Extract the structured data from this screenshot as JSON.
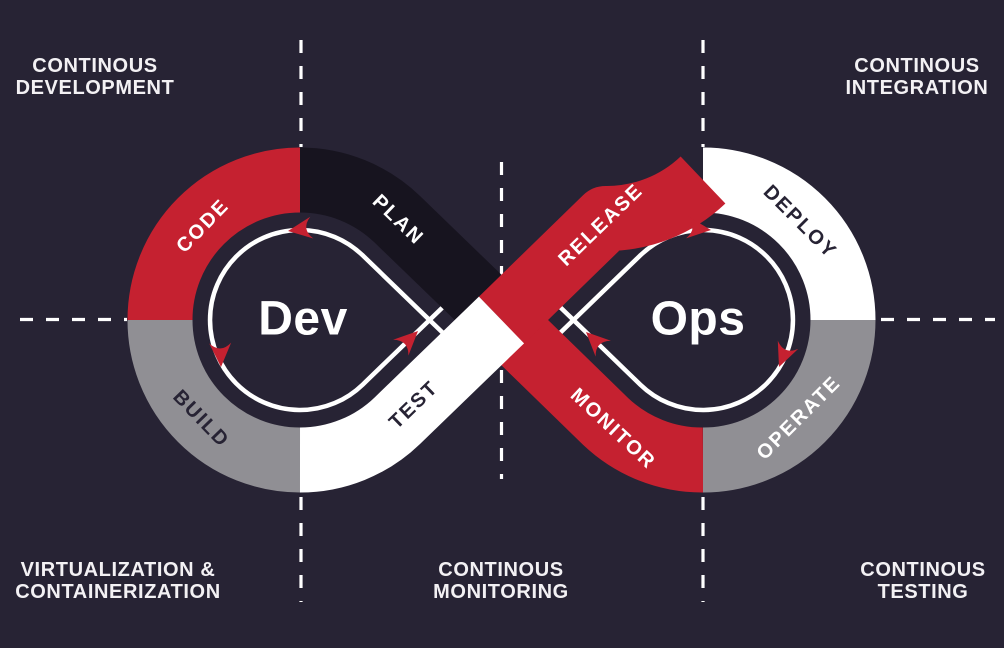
{
  "colors": {
    "background": "#272334",
    "red": "#c52130",
    "black_band": "#17141f",
    "gray": "#908f94",
    "white": "#ffffff",
    "dark_text": "#272334",
    "light_text": "#f3f1f4",
    "arrow_red": "#c52130",
    "divider": "#ffffff"
  },
  "corner_labels": {
    "top_left": {
      "line1": "CONTINOUS",
      "line2": "DEVELOPMENT"
    },
    "top_right": {
      "line1": "CONTINOUS",
      "line2": "INTEGRATION"
    },
    "bottom_left": {
      "line1": "VIRTUALIZATION &",
      "line2": "CONTAINERIZATION"
    },
    "bottom_center": {
      "line1": "CONTINOUS",
      "line2": "MONITORING"
    },
    "bottom_right": {
      "line1": "CONTINOUS",
      "line2": "TESTING"
    }
  },
  "loops": {
    "dev": {
      "name": "Dev",
      "flow_direction": "counter-clockwise",
      "segments": [
        {
          "label": "PLAN",
          "band_color": "#17141f",
          "text_color": "#ffffff"
        },
        {
          "label": "CODE",
          "band_color": "#c52130",
          "text_color": "#ffffff"
        },
        {
          "label": "BUILD",
          "band_color": "#908f94",
          "text_color": "#272334"
        },
        {
          "label": "TEST",
          "band_color": "#ffffff",
          "text_color": "#272334"
        }
      ]
    },
    "ops": {
      "name": "Ops",
      "flow_direction": "clockwise",
      "segments": [
        {
          "label": "RELEASE",
          "band_color": "#c52130",
          "text_color": "#ffffff"
        },
        {
          "label": "DEPLOY",
          "band_color": "#ffffff",
          "text_color": "#272334"
        },
        {
          "label": "OPERATE",
          "band_color": "#908f94",
          "text_color": "#ffffff"
        },
        {
          "label": "MONITOR",
          "band_color": "#c52130",
          "text_color": "#ffffff"
        }
      ]
    }
  }
}
